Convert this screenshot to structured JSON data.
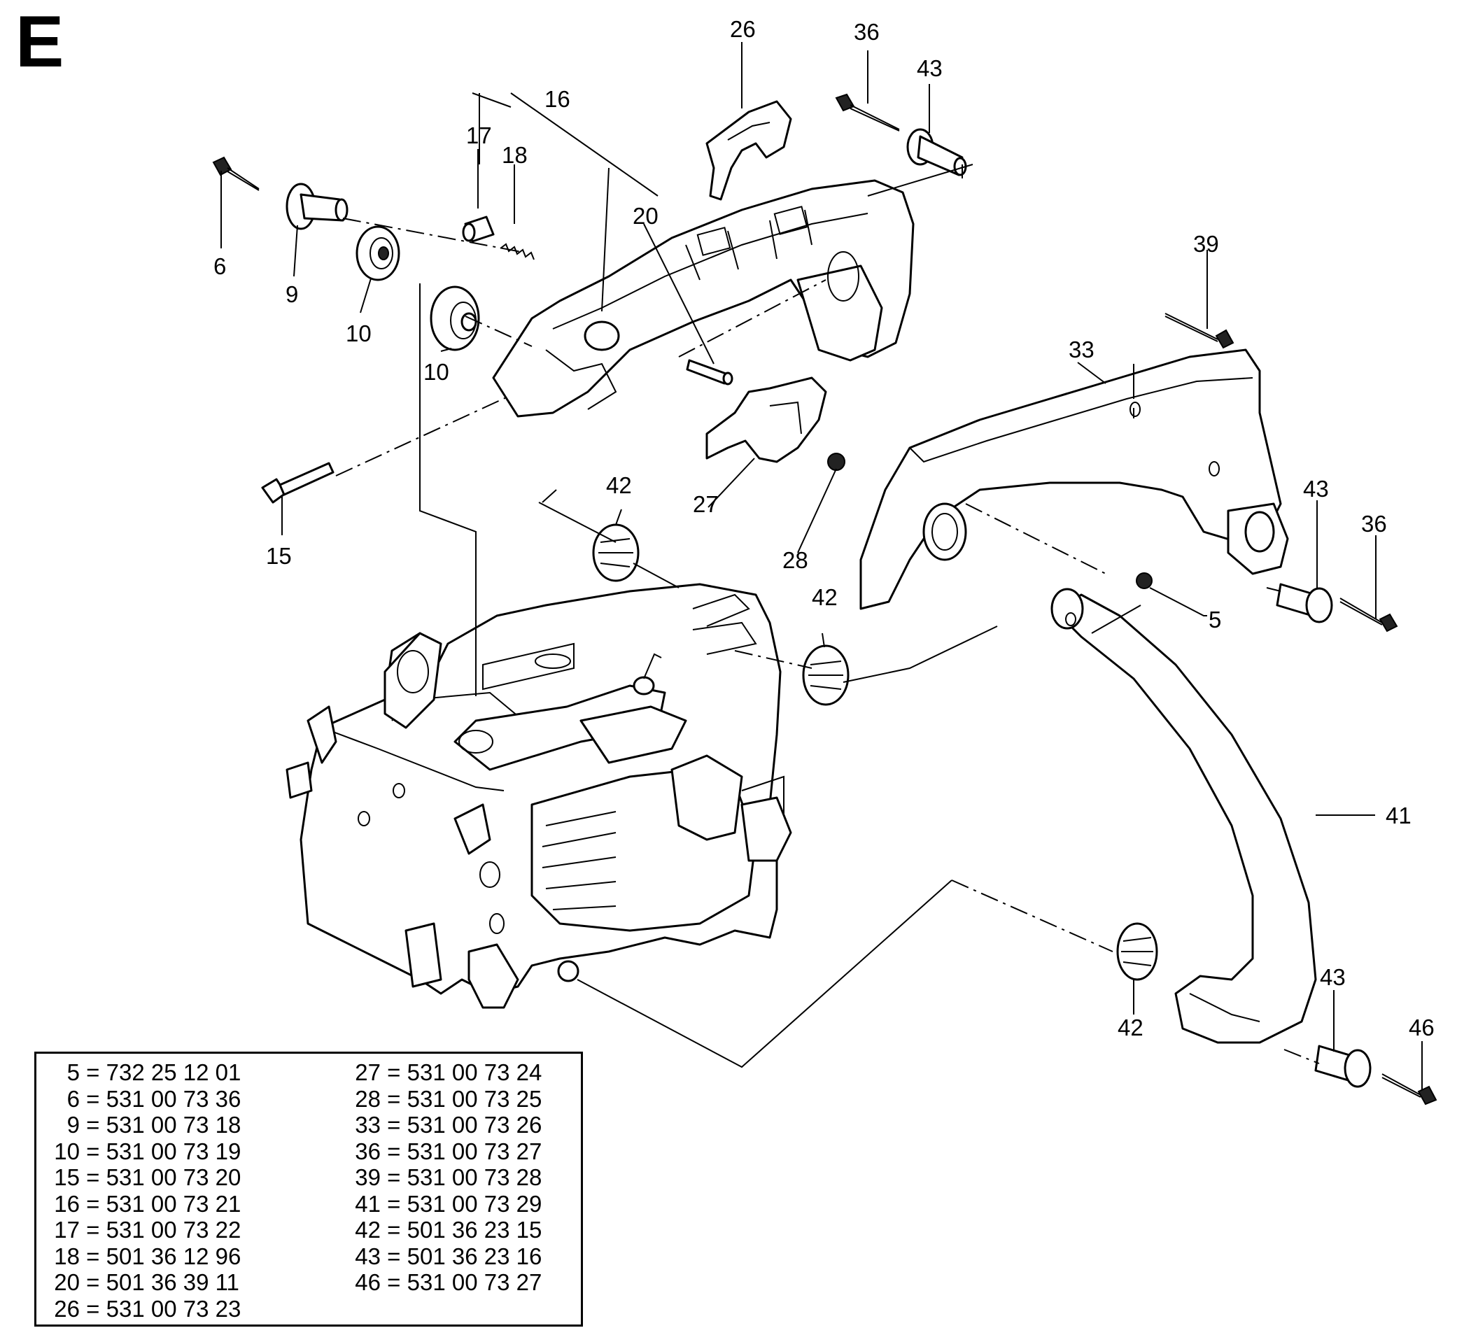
{
  "section_letter": "E",
  "callouts": {
    "c5": "5",
    "c6": "6",
    "c9": "9",
    "c10a": "10",
    "c10b": "10",
    "c15": "15",
    "c16": "16",
    "c17": "17",
    "c18": "18",
    "c20": "20",
    "c26": "26",
    "c27": "27",
    "c28": "28",
    "c33": "33",
    "c36a": "36",
    "c36b": "36",
    "c39": "39",
    "c41": "41",
    "c42a": "42",
    "c42b": "42",
    "c42c": "42",
    "c43a": "43",
    "c43b": "43",
    "c43c": "43",
    "c46": "46"
  },
  "parts_table": {
    "left": [
      {
        "n": "5",
        "p": "732 25 12 01"
      },
      {
        "n": "6",
        "p": "531 00 73 36"
      },
      {
        "n": "9",
        "p": "531 00 73 18"
      },
      {
        "n": "10",
        "p": "531 00 73 19"
      },
      {
        "n": "15",
        "p": "531 00 73 20"
      },
      {
        "n": "16",
        "p": "531 00 73 21"
      },
      {
        "n": "17",
        "p": "531 00 73 22"
      },
      {
        "n": "18",
        "p": "501 36 12 96"
      },
      {
        "n": "20",
        "p": "501 36 39 11"
      },
      {
        "n": "26",
        "p": "531 00 73 23"
      }
    ],
    "right": [
      {
        "n": "27",
        "p": "531 00 73 24"
      },
      {
        "n": "28",
        "p": "531 00 73 25"
      },
      {
        "n": "33",
        "p": "531 00 73 26"
      },
      {
        "n": "36",
        "p": "531 00 73 27"
      },
      {
        "n": "39",
        "p": "531 00 73 28"
      },
      {
        "n": "41",
        "p": "531 00 73 29"
      },
      {
        "n": "42",
        "p": "501 36 23 15"
      },
      {
        "n": "43",
        "p": "501 36 23 16"
      },
      {
        "n": "46",
        "p": "531 00 73 27"
      }
    ]
  }
}
